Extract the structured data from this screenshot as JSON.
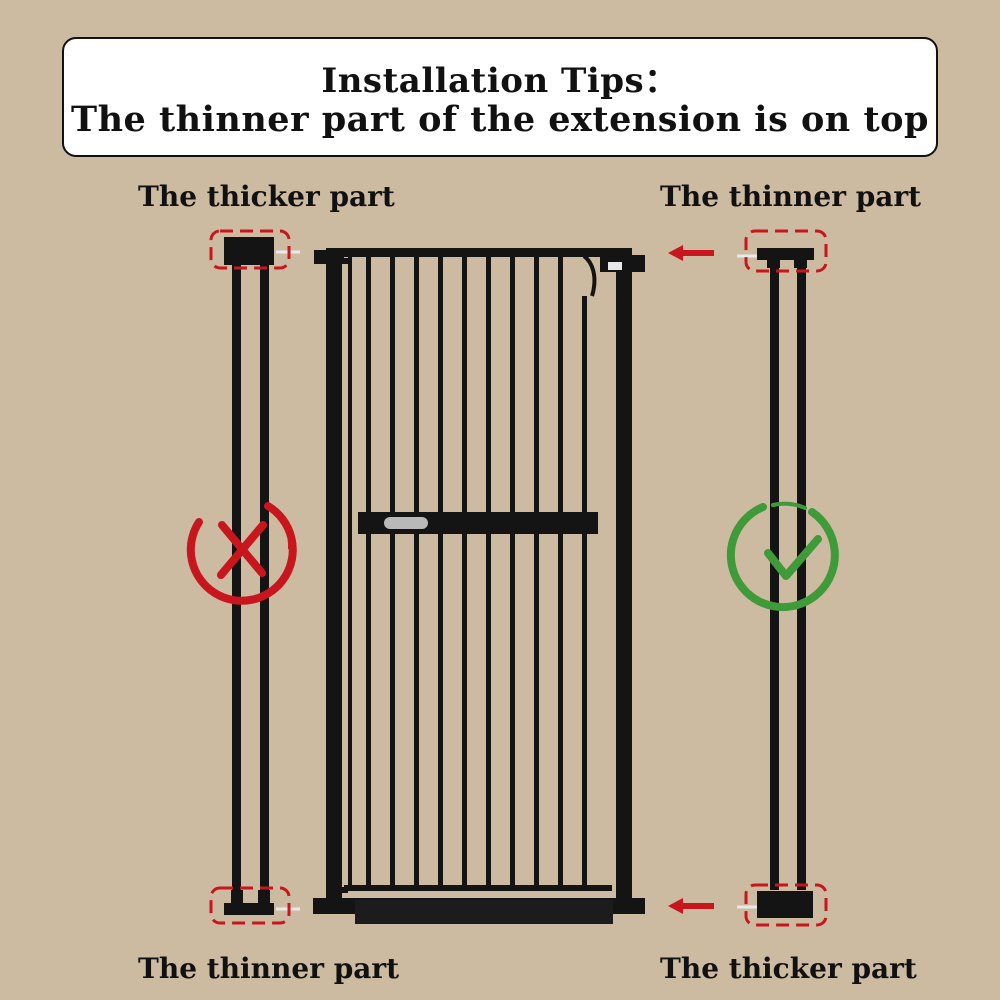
{
  "title": {
    "line1": "Installation Tips：",
    "line2": "The thinner part of the extension is on top"
  },
  "labels": {
    "top_left": "The thicker part",
    "top_right": "The thinner part",
    "bottom_left": "The thinner part",
    "bottom_right": "The thicker part"
  },
  "marks": {
    "left": "wrong-x-icon",
    "right": "correct-check-icon"
  },
  "colors": {
    "background": "#cdbba1",
    "frame": "#141414",
    "highlight": "#c8161d",
    "correct": "#3f9a3a"
  }
}
